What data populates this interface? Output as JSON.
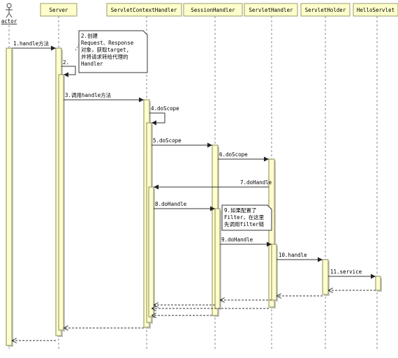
{
  "actor": {
    "label": "actor"
  },
  "lifelines": [
    {
      "id": "server",
      "label": "Server"
    },
    {
      "id": "servletcontexthandler",
      "label": "ServletContextHandler"
    },
    {
      "id": "sessionhandler",
      "label": "SessionHandler"
    },
    {
      "id": "servlethandler",
      "label": "ServletHandler"
    },
    {
      "id": "servletholder",
      "label": "ServletHolder"
    },
    {
      "id": "helloservlet",
      "label": "HelloServlet"
    }
  ],
  "messages": [
    {
      "id": "m1",
      "label": "1.handle方法"
    },
    {
      "id": "m2",
      "label": "2."
    },
    {
      "id": "m3",
      "label": "3.调用handle方法"
    },
    {
      "id": "m4",
      "label": "4.doScope"
    },
    {
      "id": "m5",
      "label": "5.doScope"
    },
    {
      "id": "m6",
      "label": "6.doScope"
    },
    {
      "id": "m7",
      "label": "7.doHandle"
    },
    {
      "id": "m8",
      "label": "8.doHandle"
    },
    {
      "id": "m9",
      "label": "9.doHandle"
    },
    {
      "id": "m10",
      "label": "10.handle"
    },
    {
      "id": "m11",
      "label": "11.service"
    }
  ],
  "notes": [
    {
      "id": "note2",
      "lines": [
        "2.创建",
        "Request、Response",
        "对象，获取target,",
        "并将请求转给代理的",
        "Handler"
      ]
    },
    {
      "id": "note9",
      "lines": [
        "9.如果配置了",
        "Filter，在这里",
        "先调用filter链"
      ]
    }
  ]
}
